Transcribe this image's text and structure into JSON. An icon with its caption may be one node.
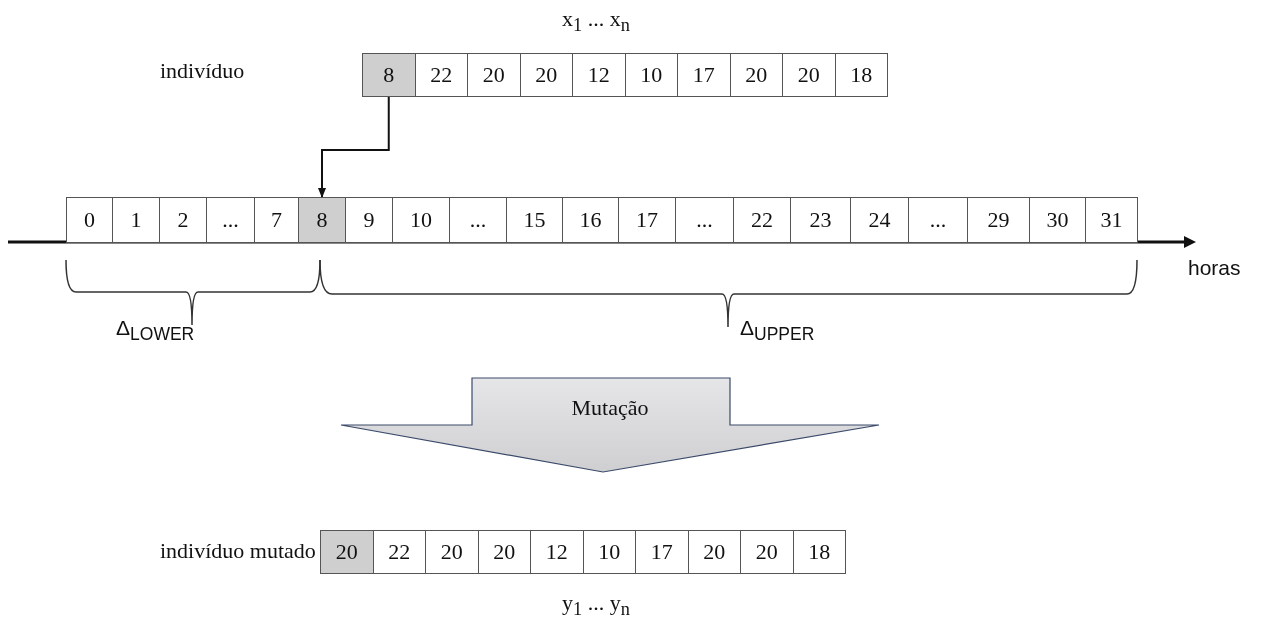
{
  "diagram": {
    "nodes": [
      {
        "text": [
          "8"
        ]
      },
      {
        "text": [
          "22"
        ]
      },
      {
        "text": [
          "20"
        ]
      },
      {
        "text": [
          "20"
        ]
      },
      {
        "text": [
          "12"
        ]
      },
      {
        "text": [
          "10"
        ]
      },
      {
        "text": [
          "17"
        ]
      },
      {
        "text": [
          "20"
        ]
      },
      {
        "text": [
          "20"
        ]
      },
      {
        "text": [
          "18"
        ]
      },
      {
        "text": [
          "0"
        ]
      },
      {
        "text": [
          "1"
        ]
      },
      {
        "text": [
          "2"
        ]
      },
      {
        "text": [
          "..."
        ]
      },
      {
        "text": [
          "7"
        ]
      },
      {
        "text": [
          "8"
        ]
      },
      {
        "text": [
          "9"
        ]
      },
      {
        "text": [
          "10"
        ]
      },
      {
        "text": [
          "..."
        ]
      },
      {
        "text": [
          "15"
        ]
      },
      {
        "text": [
          "16"
        ]
      },
      {
        "text": [
          "17"
        ]
      },
      {
        "text": [
          "..."
        ]
      },
      {
        "text": [
          "22"
        ]
      },
      {
        "text": [
          "23"
        ]
      },
      {
        "text": [
          "24"
        ]
      },
      {
        "text": [
          "..."
        ]
      },
      {
        "text": [
          "29"
        ]
      },
      {
        "text": [
          "30"
        ]
      },
      {
        "text": [
          "31"
        ]
      },
      {
        "text": [
          "Mutação"
        ]
      },
      {
        "text": [
          "20"
        ]
      },
      {
        "text": [
          "22"
        ]
      },
      {
        "text": [
          "20"
        ]
      },
      {
        "text": [
          "20"
        ]
      },
      {
        "text": [
          "12"
        ]
      },
      {
        "text": [
          "10"
        ]
      },
      {
        "text": [
          "17"
        ]
      },
      {
        "text": [
          "20"
        ]
      },
      {
        "text": [
          "20"
        ]
      },
      {
        "text": [
          "18"
        ]
      }
    ],
    "edges": [
      {
        "from": 0,
        "to": 15,
        "arrow": "to"
      }
    ],
    "labels": [
      "x$_{1}$ ... x$_{n}$",
      "indivíduo",
      "horas",
      "Δ$_{LOWER}$",
      "Δ$_{UPPER}$",
      "indivíduo mutado",
      "y$_{1}$ ... y$_{n}$"
    ]
  }
}
